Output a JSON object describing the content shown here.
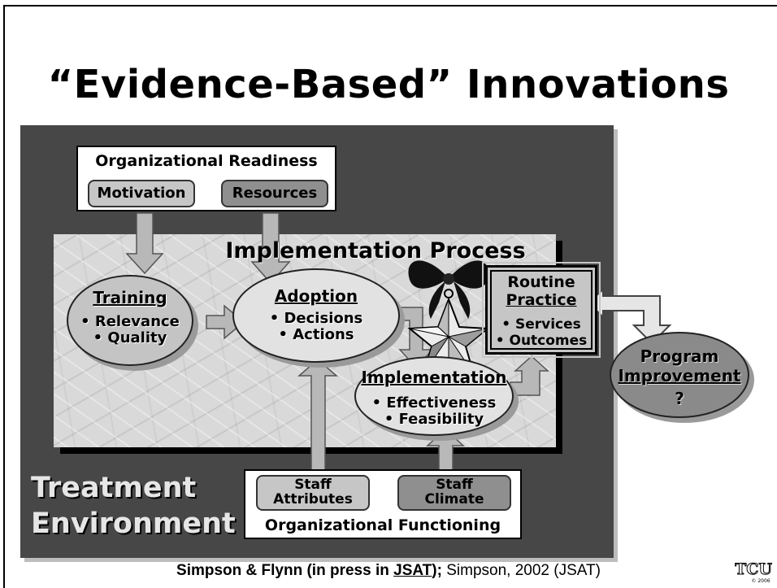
{
  "title": "“Evidence-Based” Innovations",
  "org_readiness": {
    "heading": "Organizational Readiness",
    "motivation": "Motivation",
    "resources": "Resources"
  },
  "process_heading": "Implementation Process",
  "training": {
    "title": "Training",
    "line1": "• Relevance",
    "line2": "• Quality"
  },
  "adoption": {
    "title": "Adoption",
    "line1": "• Decisions",
    "line2": "• Actions"
  },
  "implementation": {
    "title": "Implementation",
    "line1": "• Effectiveness",
    "line2": "• Feasibility"
  },
  "routine": {
    "title1": "Routine",
    "title2": "Practice",
    "line1": "• Services",
    "line2": "• Outcomes"
  },
  "program": {
    "title1": "Program",
    "title2": "Improvement",
    "line3": "?"
  },
  "org_functioning": {
    "heading": "Organizational Functioning",
    "attributes_1": "Staff",
    "attributes_2": "Attributes",
    "climate_1": "Staff",
    "climate_2": "Climate"
  },
  "treatment": {
    "line1": "Treatment",
    "line2": "Environment"
  },
  "footer": {
    "part1": "Simpson & Flynn (in press in ",
    "part2": "JSAT",
    "part3": ");",
    "part4": " Simpson, 2002 (JSAT)"
  },
  "logo": {
    "text": "TCU",
    "year": "© 2006"
  },
  "colors": {
    "panel": "#474747",
    "marble": "#d9d9d9",
    "box_light": "#c6c6c6",
    "box_dark": "#8f8f8f"
  }
}
